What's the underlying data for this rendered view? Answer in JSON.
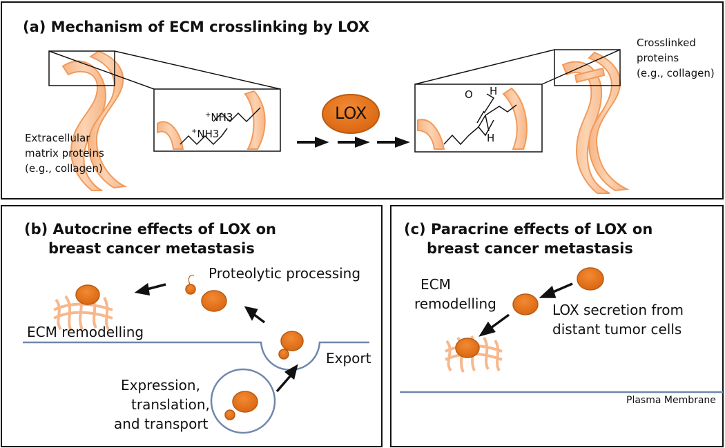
{
  "panel_a": {
    "title": "(a) Mechanism of ECM crosslinking by LOX",
    "left_label": [
      "Extracellular",
      "matrix proteins",
      "(e.g., collagen)"
    ],
    "right_label": [
      "Crosslinked",
      "proteins",
      "(e.g., collagen)"
    ],
    "enzyme": "LOX",
    "amine_1": "NH3",
    "amine_2": "NH3",
    "aldehyde_o": "O",
    "aldehyde_h": "H",
    "alkene_h": "H"
  },
  "panel_b": {
    "title_line1": "(b) Autocrine effects of LOX on",
    "title_line2": "breast cancer metastasis",
    "proteolytic": "Proteolytic  processing",
    "ecm": "ECM remodelling",
    "export": "Export",
    "expression": [
      "Expression,",
      "translation,",
      "and transport"
    ]
  },
  "panel_c": {
    "title_line1": "(c) Paracrine effects of LOX on",
    "title_line2": "breast cancer metastasis",
    "ecm": [
      "ECM",
      "remodelling"
    ],
    "secretion": [
      "LOX secretion from",
      "distant tumor cells"
    ],
    "membrane": "Plasma Membrane"
  },
  "colors": {
    "fiber_fill": "#f9c49c",
    "fiber_stroke": "#f19a5a",
    "lox_fill": "#e8741e",
    "lox_stroke": "#b85a12",
    "membrane": "#6f86ad",
    "border": "#111111"
  }
}
